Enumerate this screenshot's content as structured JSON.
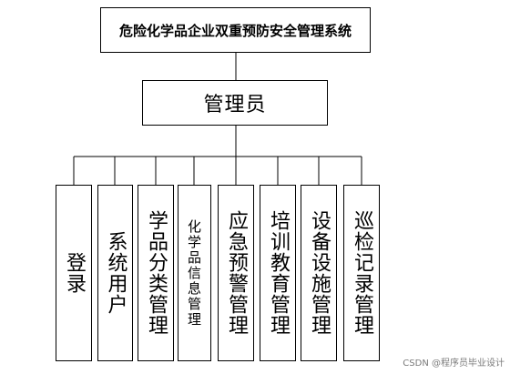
{
  "diagram": {
    "root": "危险化学品企业双重预防安全管理系统",
    "admin": "管理员",
    "modules": [
      "登录",
      "系统用户",
      "学品分类管理",
      "化学品信息管理",
      "应急预警管理",
      "培训教育管理",
      "设备设施管理",
      "巡检记录管理"
    ]
  },
  "watermark": "CSDN @程序员毕业设计"
}
